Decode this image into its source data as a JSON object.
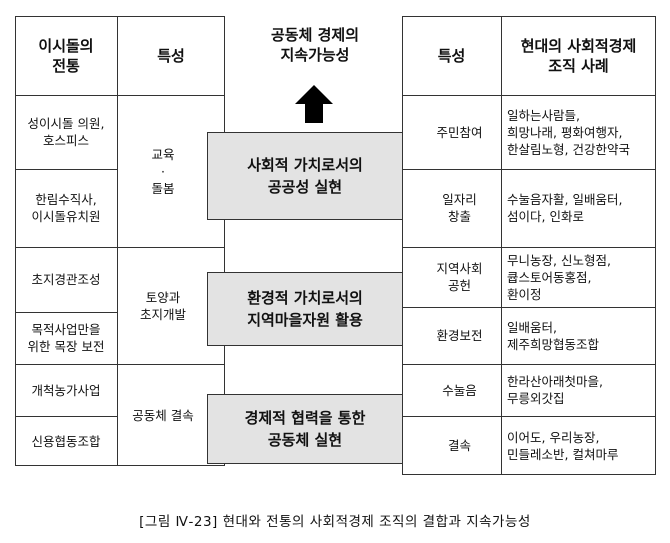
{
  "left_table": {
    "header_col1": "이시돌의\n전통",
    "header_col2": "특성",
    "rows": [
      "성이시돌 의원,\n호스피스",
      "한림수직사,\n이시돌유치원",
      "초지경관조성",
      "목적사업만을\n위한 목장 보전",
      "개척농가사업",
      "신용협동조합"
    ],
    "traits": [
      "교육\n·\n돌봄",
      "토양과\n초지개발",
      "공동체 결속"
    ]
  },
  "center": {
    "goal": "공동체 경제의\n지속가능성",
    "box1": "사회적 가치로서의\n공공성 실현",
    "box2": "환경적 가치로서의\n지역마을자원 활용",
    "box3": "경제적 협력을 통한\n공동체 실현"
  },
  "right_table": {
    "header_col1": "특성",
    "header_col2": "현대의 사회적경제\n조직 사례",
    "traits": [
      "주민참여",
      "일자리\n창출",
      "지역사회\n공헌",
      "환경보전",
      "수눌음",
      "결속"
    ],
    "examples": [
      "일하는사람들,\n희망나래, 평화여행자,\n한살림노형, 건강한약국",
      "수눌음자활, 일배움터,\n섬이다, 인화로",
      "무니농장, 신노형점,\n큡스토어동홍점,\n환이정",
      "일배움터,\n제주희망협동조합",
      "한라산아래첫마을,\n무릉외갓집",
      "이어도, 우리농장,\n민들레소반, 컬쳐마루"
    ]
  },
  "caption": "[그림 Ⅳ-23] 현대와 전통의 사회적경제 조직의 결합과 지속가능성"
}
